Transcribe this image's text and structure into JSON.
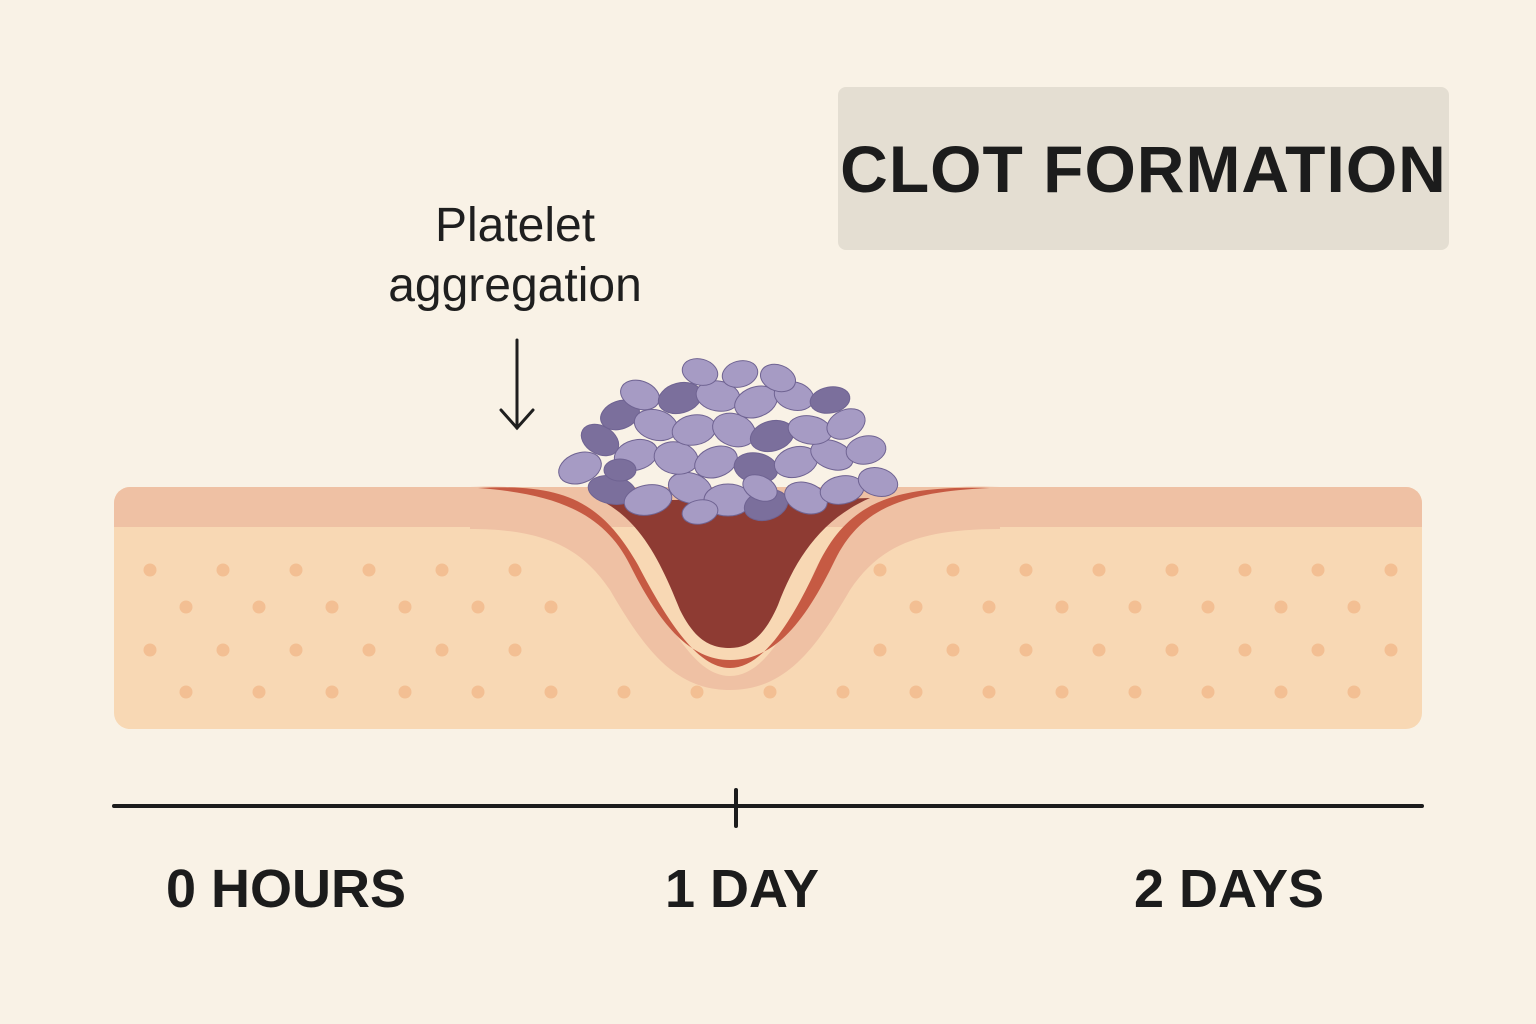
{
  "title": "CLOT FORMATION",
  "annotation": {
    "line1": "Platelet",
    "line2": "aggregation"
  },
  "timeline": {
    "labels": [
      "0 HOURS",
      "1 DAY",
      "2 DAYS"
    ]
  },
  "colors": {
    "background": "#f9f2e6",
    "title_box": "#e4ded2",
    "skin_top_layer": "#efc1a4",
    "skin_body": "#f8d8b4",
    "skin_dots": "#f3bf93",
    "wound_edge": "#c65a43",
    "wound_inner": "#8e3b33",
    "platelet": "#a69bc4",
    "platelet_dark": "#7b6f9c",
    "ink": "#1f1f1f"
  }
}
